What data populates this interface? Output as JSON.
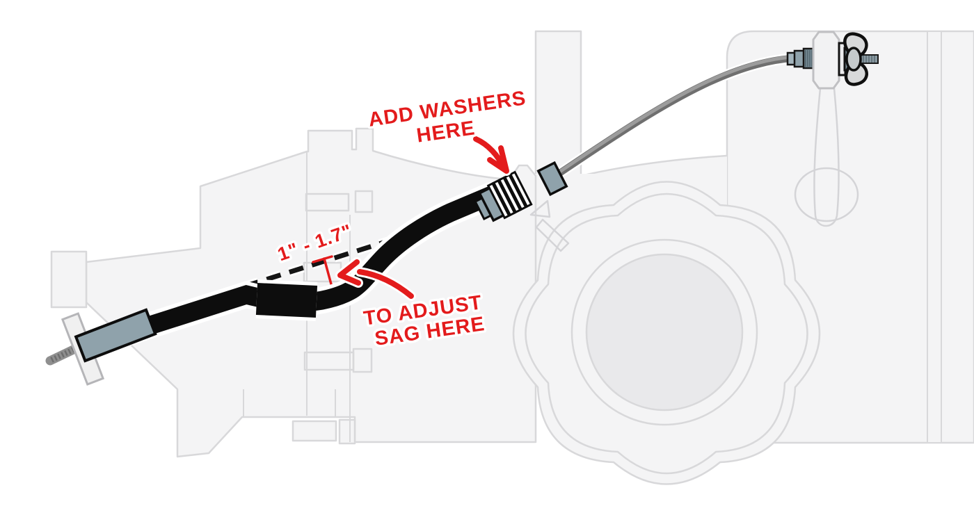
{
  "illustration": {
    "title_hint": "clutch cable sag adjustment diagram",
    "annotations": {
      "add_washers_line1": "ADD WASHERS",
      "add_washers_line2": "HERE",
      "measurement": "1\" - 1.7\"",
      "adjust_sag_line1": "TO ADJUST",
      "adjust_sag_line2": "SAG HERE"
    },
    "colors": {
      "annotation_red": "#e31b1c",
      "cable_black": "#0d0d0d",
      "fitting_blue_gray": "#8fa2ab",
      "fitting_blue_gray_light": "#a3b4bc",
      "threads_blue_gray": "#7d929c",
      "outer_cable_gray": "#8a8a8a",
      "part_fill": "#f4f4f5",
      "part_outline": "#d8d8da",
      "inner_circle_fill": "#e9e9eb",
      "bracket_fill": "#f2f2f3",
      "wing_nut_fill": "#d8d9da"
    }
  }
}
